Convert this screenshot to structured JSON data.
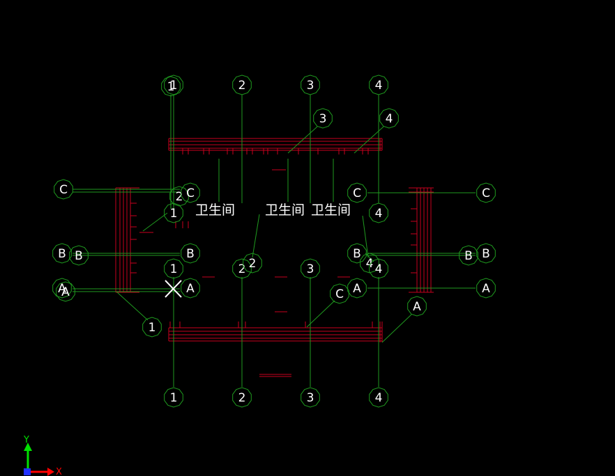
{
  "drawing": {
    "grid_color": "#1f9a1f",
    "wall_color": "#c8001e",
    "text_color": "#ffffff",
    "room_labels": [
      "卫生间",
      "卫生间",
      "卫生间"
    ],
    "bubbles": [
      "1",
      "1",
      "2",
      "3",
      "4",
      "3",
      "4",
      "C",
      "2",
      "C",
      "1",
      "4",
      "C",
      "B",
      "B",
      "B",
      "1",
      "2",
      "2",
      "3",
      "B",
      "4",
      "4",
      "B",
      "B",
      "A",
      "A",
      "A",
      "C",
      "A",
      "A",
      "A",
      "1",
      "1",
      "2",
      "3",
      "4",
      "C"
    ]
  },
  "axis_indicator": {
    "y_label": "Y",
    "x_label": "X",
    "y_color": "#00e000",
    "x_color": "#ff0000",
    "origin_color": "#2030ff"
  }
}
